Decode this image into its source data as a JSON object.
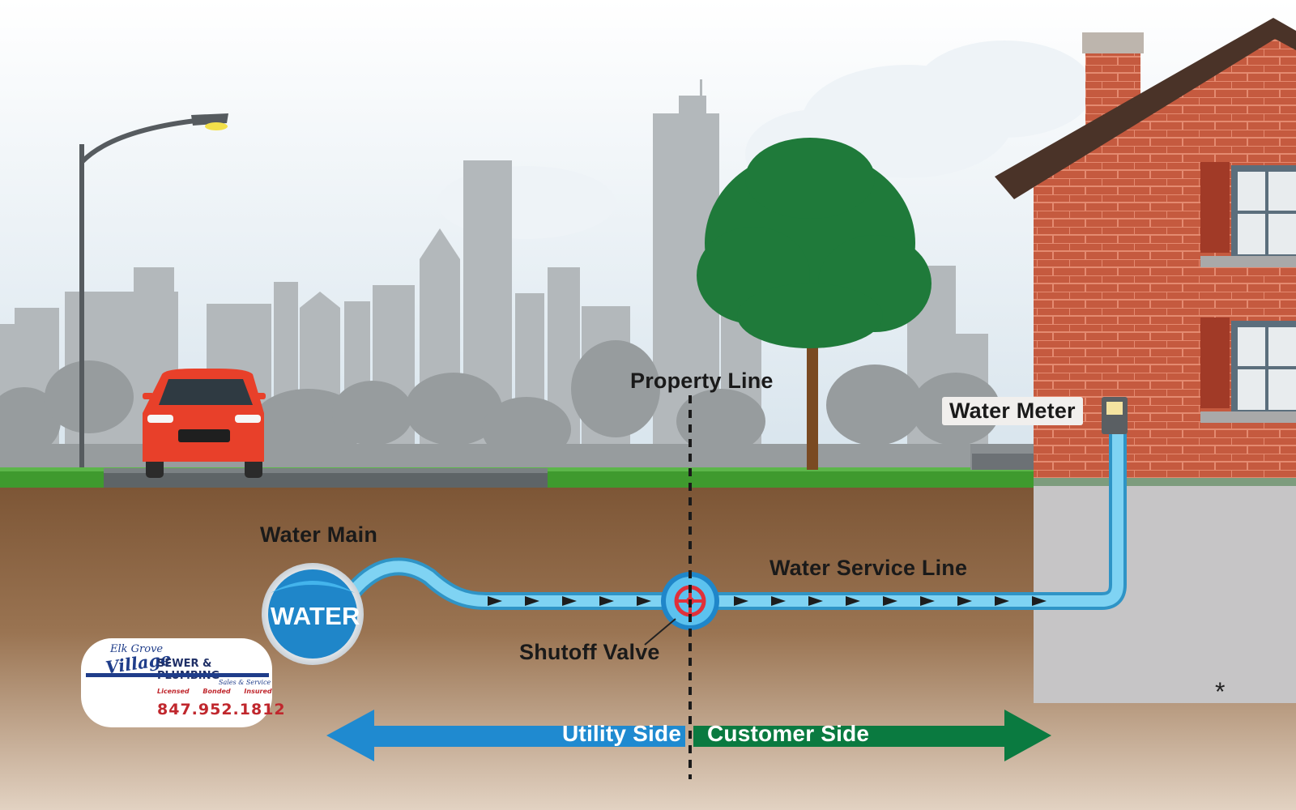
{
  "labels": {
    "property_line": "Property Line",
    "water_meter": "Water Meter",
    "water_main": "Water Main",
    "water_service_line": "Water Service Line",
    "shutoff_valve": "Shutoff Valve",
    "utility_side": "Utility Side",
    "customer_side": "Customer Side",
    "water_badge": "WATER",
    "footnote_mark": "*"
  },
  "logo": {
    "script_text": "Elk Grove",
    "village_text": "Village",
    "company_text": "SEWER & PLUMBING",
    "sales_text": "Sales & Service",
    "qualifiers": [
      "Licensed",
      "Bonded",
      "Insured"
    ],
    "phone": "847.952.1812"
  },
  "colors": {
    "sky": "#e4ecf2",
    "soil_dark": "#7d5636",
    "soil_light": "#dcc8b4",
    "grass": "#3f9a2e",
    "pipe": "#66c6ee",
    "pipe_outline": "#3a9fd0",
    "utility_arrow": "#1f8ad0",
    "customer_arrow": "#0a7a40",
    "brick": "#c45a3e",
    "car": "#e8402a",
    "tree": "#1f7a3a",
    "valve": "#e0303a"
  },
  "icons": [
    "street-lamp-icon",
    "car-icon",
    "tree-icon",
    "house-icon",
    "water-meter-icon",
    "shutoff-valve-icon",
    "flow-arrow-icon"
  ]
}
